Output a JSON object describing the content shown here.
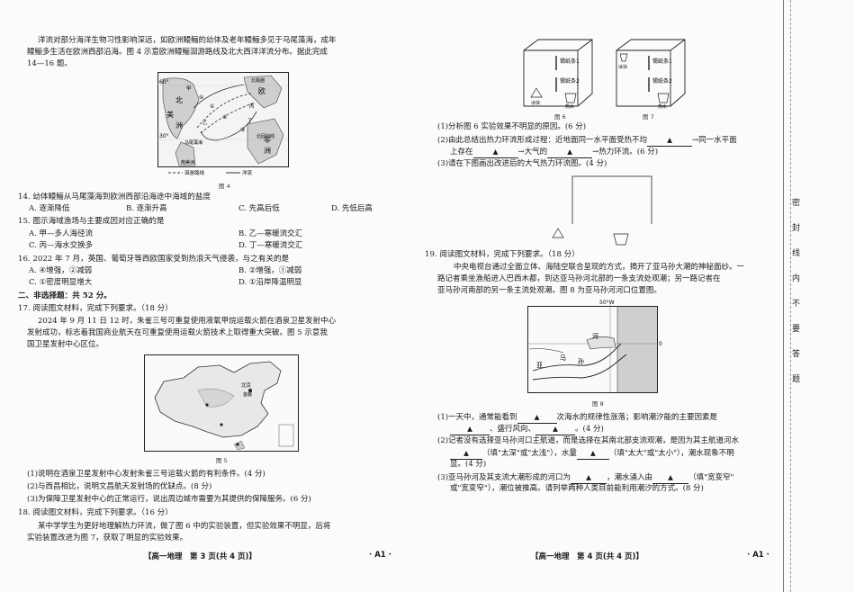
{
  "left": {
    "intro": [
      "洋流对部分海洋生物习性影响深远，如欧洲鳗鲡的幼体及老年鳗鲡多见于马尾藻海，成年",
      "鳗鲡多生活在欧洲西部沿海。图 4 示意欧洲鳗鲡洄游路线及北大西洋洋流分布。据此完成",
      "14—16 题。"
    ],
    "fig4": {
      "caption": "图 4",
      "labels": {
        "lat60": "60°",
        "lat30": "30°",
        "north": "北",
        "america": "美",
        "zhou": "洲",
        "europe": "欧",
        "africa": "非",
        "zhou2": "洲",
        "sargasso": "马尾藻海",
        "arctic": "北极圈",
        "tropic": "北回归线",
        "samerica": "南美洲",
        "n1": "①",
        "n2": "②",
        "n3": "③",
        "n4": "④",
        "jia": "甲",
        "yi": "乙",
        "bing": "丙",
        "ding": "丁",
        "legend_route": "洄游路线",
        "legend_current": "洋流"
      }
    },
    "q14": {
      "stem": "14. 幼体鳗鲡从马尾藻海到欧洲西部沿海途中海域的盐度",
      "options": [
        "A. 逐渐降低",
        "B. 逐渐升高",
        "C. 先高后低",
        "D. 先低后高"
      ]
    },
    "q15": {
      "stem": "15. 图示海域渔场与主要成因对应正确的是",
      "options": [
        "A. 甲—多人海径流",
        "B. 乙—寒暖流交汇",
        "C. 丙—海水交换多",
        "D. 丁—寒暖流交汇"
      ]
    },
    "q16": {
      "stem": "16. 2022 年 7 月，英国、葡萄牙等西欧国家受到热浪天气侵袭，与之有关的是",
      "options": [
        "A. ④增强，②减弱",
        "B. ②增强，①减弱",
        "C. ①密度明显增大",
        "D. ①沿岸降温明显"
      ]
    },
    "section2": "二、非选择题：共 52 分。",
    "q17": {
      "title": "17. 阅读图文材料，完成下列要求。（18 分）",
      "material": [
        "2024 年 9 月 11 日 12 时，朱雀三号可重复使用液氧甲烷运载火箭在酒泉卫星发射中心",
        "发射成功，标志着我国商业航天在可重复使用运载火箭技术上取得重大突破。图 5 示意我",
        "国卫星发射中心区位。"
      ],
      "fig_caption": "图 5",
      "fig_labels": {
        "beijing": "北京",
        "capital": "首都"
      },
      "questions": [
        "(1)说明在酒泉卫星发射中心发射朱雀三号运载火箭的有利条件。(4 分)",
        "(2)与西昌相比，说明文昌航天发射场的优缺点。(8 分)",
        "(3)为保障卫星发射中心的正常运行，说出周边城市需要为其提供的保障服务。(6 分)"
      ]
    },
    "q18": {
      "title": "18. 阅读图文材料，完成下列要求。（16 分）",
      "material": [
        "某中学学生为更好地理解热力环流，做了图 6 中的实验装置，但实验效果不明显，后将",
        "实验装置改进为图 7，获取了明显的实验效果。"
      ]
    },
    "footer": "【高一地理　第 3 页(共 4 页)】",
    "footer_code": "· A1 ·"
  },
  "right": {
    "fig6": {
      "caption": "图 6",
      "strip1": "锡纸条1",
      "strip2": "锡纸条2",
      "ice": "冰块",
      "hot": "热水"
    },
    "fig7": {
      "caption": "图 7",
      "strip1": "锡纸条1",
      "strip2": "锡纸条2",
      "ice": "冰块",
      "hot": "热水"
    },
    "q18_parts": [
      "(1)分析图 6 实验效果不明显的原因。(6 分)",
      "(2)由此总结出热力环流形成过程：近地面同一水平面受热不均",
      "→同一水平面",
      "上存在",
      "→大气的",
      "→热力环流。(6 分)",
      "(3)请在下图画出改进后的大气热力环流图。(4 分)"
    ],
    "blank_mark": "▲",
    "q19": {
      "title": "19. 阅读图文材料，完成下列要求。（18 分）",
      "material": [
        "中央电视台通过全面立体、海陆空联合呈现的方式，揭开了亚马孙大潮的神秘面纱。一",
        "路记者乘坐渔船进入巴西木都，到达亚马孙河北部的一条支流处观潮；另一路记者在",
        "亚马孙河南部的另一条主流处观潮。图 8 为亚马孙河河口位置图。"
      ],
      "fig8": {
        "caption": "图 8",
        "lon": "50°W",
        "lat": "0°",
        "he": "河",
        "ya": "亚",
        "ma": "马",
        "sun": "孙"
      },
      "questions": [
        "(1)一天中，通常能看到",
        "次海水的规律性涨落；影响潮汐能的主要因素是",
        "、盛行风向、",
        "。(4 分)",
        "(2)记者没有选择亚马孙河口主航道，而是选择在其南北部支流观潮，是因为其主航道河水",
        "（填\"太深\"或\"太浅\"），水量",
        "（填\"太大\"或\"太小\"），潮水现象不明",
        "显。(4 分)",
        "(3)亚马孙河及其支流大潮形成的河口为",
        "，潮水涌入由",
        "（填\"宽变窄\"",
        "或\"宽变窄\"），潮位被推高。请列举两种人类目前能利用潮汐的方式。(8 分)"
      ]
    },
    "footer": "【高一地理　第 4 页(共 4 页)】",
    "footer_code": "· A1 ·"
  },
  "binding_chars": [
    "密",
    "封",
    "线",
    "内",
    "不",
    "要",
    "答",
    "题"
  ]
}
